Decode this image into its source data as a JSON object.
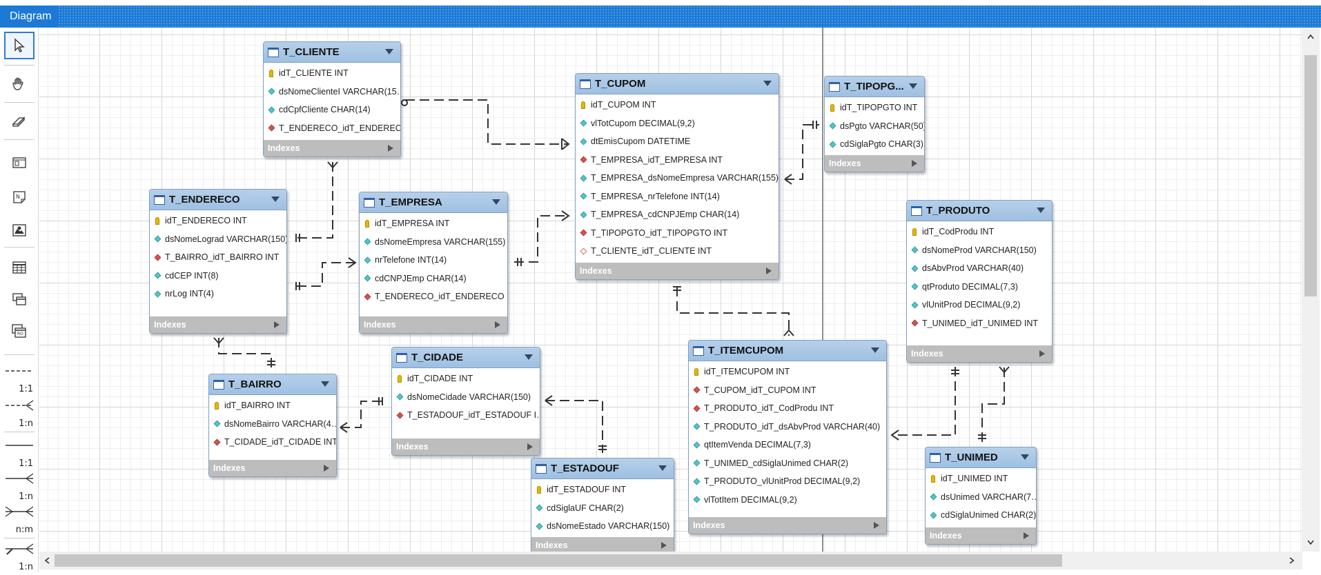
{
  "window": {
    "title": "Diagram"
  },
  "toolbar": {
    "tools": [
      {
        "name": "select-tool",
        "icon": "pointer-icon"
      },
      {
        "name": "hand-tool",
        "icon": "hand-icon"
      },
      {
        "name": "eraser-tool",
        "icon": "eraser-icon"
      },
      {
        "name": "layer-tool",
        "icon": "layer-icon"
      },
      {
        "name": "note-tool",
        "icon": "note-icon"
      },
      {
        "name": "image-tool",
        "icon": "image-icon"
      },
      {
        "name": "table-tool",
        "icon": "table-icon"
      },
      {
        "name": "view-tool",
        "icon": "view-icon"
      },
      {
        "name": "routine-tool",
        "icon": "routine-icon"
      }
    ],
    "relationship_tools": [
      {
        "name": "rel-1-1-nonidentifying",
        "label": "1:1"
      },
      {
        "name": "rel-1-n-nonidentifying",
        "label": "1:n"
      },
      {
        "name": "rel-1-1-identifying",
        "label": "1:1"
      },
      {
        "name": "rel-1-n-identifying",
        "label": "1:n"
      },
      {
        "name": "rel-n-m-identifying",
        "label": "n:m"
      },
      {
        "name": "rel-1-n-existing",
        "label": "1:n"
      }
    ]
  },
  "indexes_label": "Indexes",
  "colors": {
    "titlebar": "#1c7ad6",
    "table_header": "#9fc0e2",
    "indexes_bar": "#bdbdbd",
    "pk_key": "#e6b800",
    "column_diamond": "#58c4c6",
    "fk_diamond": "#d9534f"
  },
  "tables": [
    {
      "id": "t_cliente",
      "name": "T_CLIENTE",
      "columns": [
        {
          "text": "idT_CLIENTE INT",
          "kind": "pk"
        },
        {
          "text": "dsNomeClienteI VARCHAR(15…",
          "kind": "col"
        },
        {
          "text": "cdCpfCliente CHAR(14)",
          "kind": "col"
        },
        {
          "text": "T_ENDERECO_idT_ENDEREC…",
          "kind": "fk"
        }
      ]
    },
    {
      "id": "t_cupom",
      "name": "T_CUPOM",
      "columns": [
        {
          "text": "idT_CUPOM INT",
          "kind": "pk"
        },
        {
          "text": "vlTotCupom DECIMAL(9,2)",
          "kind": "col"
        },
        {
          "text": "dtEmisCupom DATETIME",
          "kind": "col"
        },
        {
          "text": "T_EMPRESA_idT_EMPRESA INT",
          "kind": "fk"
        },
        {
          "text": "T_EMPRESA_dsNomeEmpresa VARCHAR(155)",
          "kind": "col"
        },
        {
          "text": "T_EMPRESA_nrTelefone INT(14)",
          "kind": "col"
        },
        {
          "text": "T_EMPRESA_cdCNPJEmp CHAR(14)",
          "kind": "col"
        },
        {
          "text": "T_TIPOPGTO_idT_TIPOPGTO INT",
          "kind": "fk"
        },
        {
          "text": "T_CLIENTE_idT_CLIENTE INT",
          "kind": "fk-null"
        }
      ]
    },
    {
      "id": "t_tipopgto",
      "name": "T_TIPOPG...",
      "columns": [
        {
          "text": "idT_TIPOPGTO INT",
          "kind": "pk"
        },
        {
          "text": "dsPgto VARCHAR(50)",
          "kind": "col"
        },
        {
          "text": "cdSiglaPgto CHAR(3)",
          "kind": "col"
        }
      ]
    },
    {
      "id": "t_endereco",
      "name": "T_ENDERECO",
      "columns": [
        {
          "text": "idT_ENDERECO INT",
          "kind": "pk"
        },
        {
          "text": "dsNomeLograd VARCHAR(150)",
          "kind": "col"
        },
        {
          "text": "T_BAIRRO_idT_BAIRRO INT",
          "kind": "fk"
        },
        {
          "text": "cdCEP INT(8)",
          "kind": "col"
        },
        {
          "text": "nrLog INT(4)",
          "kind": "col"
        }
      ]
    },
    {
      "id": "t_empresa",
      "name": "T_EMPRESA",
      "columns": [
        {
          "text": "idT_EMPRESA INT",
          "kind": "pk"
        },
        {
          "text": "dsNomeEmpresa VARCHAR(155)",
          "kind": "col"
        },
        {
          "text": "nrTelefone INT(14)",
          "kind": "col"
        },
        {
          "text": "cdCNPJEmp CHAR(14)",
          "kind": "col"
        },
        {
          "text": "T_ENDERECO_idT_ENDERECO I…",
          "kind": "fk"
        }
      ]
    },
    {
      "id": "t_produto",
      "name": "T_PRODUTO",
      "columns": [
        {
          "text": "idT_CodProdu INT",
          "kind": "pk"
        },
        {
          "text": "dsNomeProd VARCHAR(150)",
          "kind": "col"
        },
        {
          "text": "dsAbvProd VARCHAR(40)",
          "kind": "col"
        },
        {
          "text": "qtProduto DECIMAL(7,3)",
          "kind": "col"
        },
        {
          "text": "vlUnitProd DECIMAL(9,2)",
          "kind": "col"
        },
        {
          "text": "T_UNIMED_idT_UNIMED INT",
          "kind": "fk"
        }
      ]
    },
    {
      "id": "t_cidade",
      "name": "T_CIDADE",
      "columns": [
        {
          "text": "idT_CIDADE INT",
          "kind": "pk"
        },
        {
          "text": "dsNomeCidade VARCHAR(150)",
          "kind": "col"
        },
        {
          "text": "T_ESTADOUF_idT_ESTADOUF I…",
          "kind": "fk"
        }
      ]
    },
    {
      "id": "t_itemcupom",
      "name": "T_ITEMCUPOM",
      "columns": [
        {
          "text": "idT_ITEMCUPOM INT",
          "kind": "pk"
        },
        {
          "text": "T_CUPOM_idT_CUPOM INT",
          "kind": "fk"
        },
        {
          "text": "T_PRODUTO_idT_CodProdu INT",
          "kind": "fk"
        },
        {
          "text": "T_PRODUTO_idT_dsAbvProd VARCHAR(40)",
          "kind": "col"
        },
        {
          "text": "qtItemVenda DECIMAL(7,3)",
          "kind": "col"
        },
        {
          "text": "T_UNIMED_cdSiglaUnimed CHAR(2)",
          "kind": "col"
        },
        {
          "text": "T_PRODUTO_vlUnitProd DECIMAL(9,2)",
          "kind": "col"
        },
        {
          "text": "vlTotItem DECIMAL(9,2)",
          "kind": "col"
        }
      ]
    },
    {
      "id": "t_bairro",
      "name": "T_BAIRRO",
      "columns": [
        {
          "text": "idT_BAIRRO INT",
          "kind": "pk"
        },
        {
          "text": "dsNomeBairro VARCHAR(4…",
          "kind": "col"
        },
        {
          "text": "T_CIDADE_idT_CIDADE INT",
          "kind": "fk"
        }
      ]
    },
    {
      "id": "t_estadouf",
      "name": "T_ESTADOUF",
      "columns": [
        {
          "text": "idT_ESTADOUF INT",
          "kind": "pk"
        },
        {
          "text": "cdSiglaUF CHAR(2)",
          "kind": "col"
        },
        {
          "text": "dsNomeEstado VARCHAR(150)",
          "kind": "col"
        }
      ]
    },
    {
      "id": "t_unimed",
      "name": "T_UNIMED",
      "columns": [
        {
          "text": "idT_UNIMED INT",
          "kind": "pk"
        },
        {
          "text": "dsUnimed VARCHAR(7…",
          "kind": "col"
        },
        {
          "text": "cdSiglaUnimed CHAR(2)",
          "kind": "col"
        }
      ]
    }
  ]
}
